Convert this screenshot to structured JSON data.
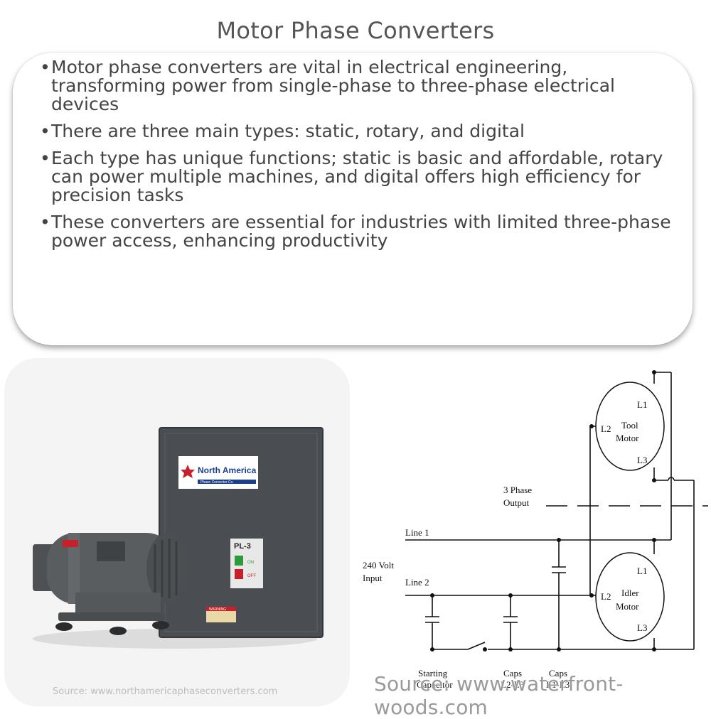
{
  "title": "Motor Phase Converters",
  "bullets": [
    "Motor phase converters are vital in electrical engineering, transforming power from single-phase to three-phase electrical devices",
    "There are three main types: static, rotary, and digital",
    "Each type has unique functions; static is basic and affordable, rotary can power multiple machines, and digital offers high efficiency for precision tasks",
    "These converters are essential for industries with limited three-phase power access, enhancing productivity"
  ],
  "bullet_symbol": "•",
  "photo": {
    "brand_line1": "North America",
    "brand_line2": "Phase Converter Co.",
    "model": "PL-3",
    "on_label": "ON",
    "off_label": "OFF",
    "warning_label": "WARNING",
    "source": "Source: www.northamericaphaseconverters.com"
  },
  "diagram": {
    "three_phase_output": [
      "3 Phase",
      "Output"
    ],
    "line1": "Line 1",
    "line2": "Line 2",
    "input": [
      "240 Volt",
      "Input"
    ],
    "tool_motor": {
      "name": [
        "Tool",
        "Motor"
      ],
      "l1": "L1",
      "l2": "L2",
      "l3": "L3"
    },
    "idler_motor": {
      "name": [
        "Idler",
        "Motor"
      ],
      "l1": "L1",
      "l2": "L2",
      "l3": "L3"
    },
    "starting_capacitor": [
      "Starting",
      "Capacitor"
    ],
    "caps_l2l3": [
      "Caps",
      "L2-L3"
    ],
    "caps_l1l3": [
      "Caps",
      "L1-L3"
    ],
    "source": "Source: www.waterfront-woods.com"
  },
  "colors": {
    "title": "#555555",
    "text": "#444444",
    "enclosure": "#4a4d52",
    "motor": "#5a5d60",
    "brand_blue": "#1b3f8f",
    "brand_red": "#c8202a"
  }
}
